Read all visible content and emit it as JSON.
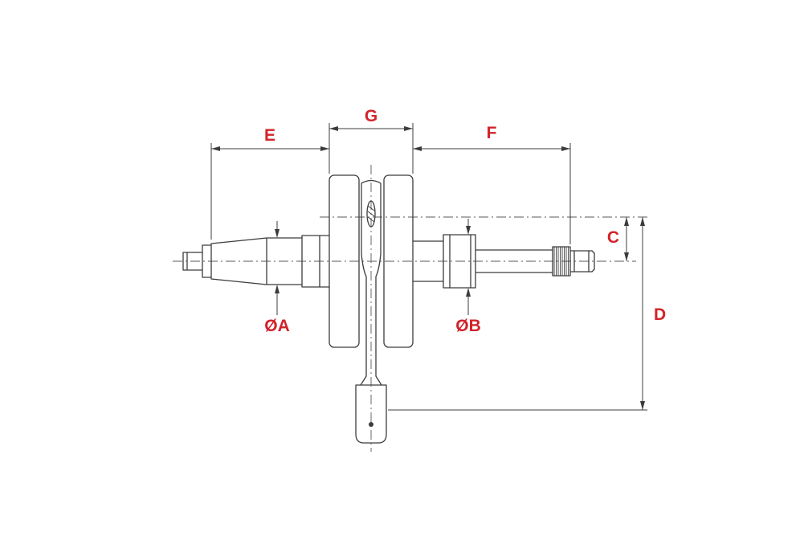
{
  "drawing": {
    "title": "crankshaft-dimension-diagram",
    "line_color": "#3c3c3c",
    "label_color": "#d2232a",
    "background_color": "#ffffff",
    "labels": {
      "E": "E",
      "G": "G",
      "F": "F",
      "C": "C",
      "D": "D",
      "diaA": "ØA",
      "diaB": "ØB"
    }
  }
}
